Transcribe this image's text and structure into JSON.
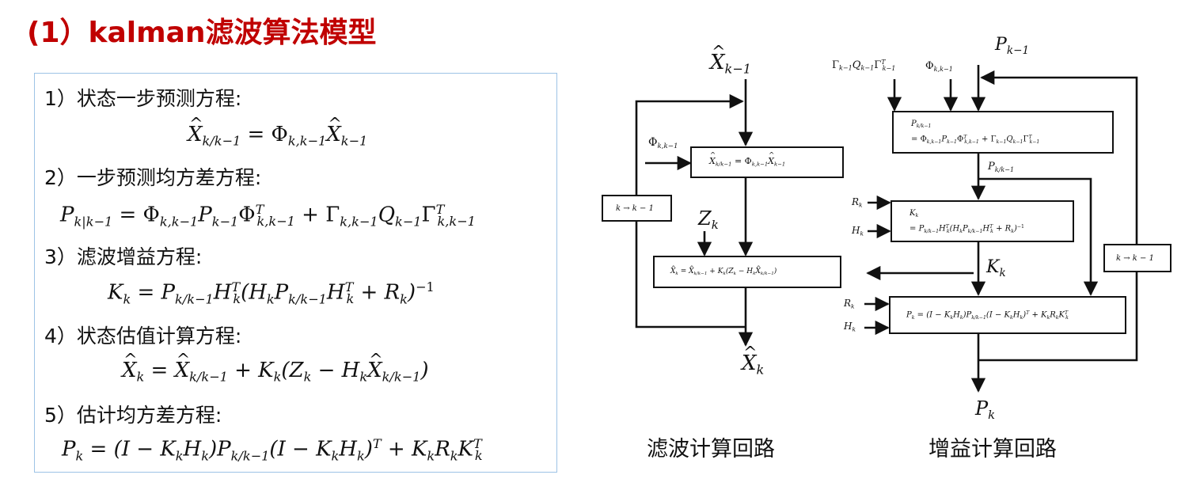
{
  "title": "(1）kalman滤波算法模型",
  "steps": [
    {
      "label": "1）状态一步预测方程:"
    },
    {
      "label": "2）一步预测均方差方程:"
    },
    {
      "label": "3）滤波增益方程:"
    },
    {
      "label": "4）状态估值计算方程:"
    },
    {
      "label": "5）估计均方差方程:"
    }
  ],
  "captions": {
    "filter_loop": "滤波计算回路",
    "gain_loop": "增益计算回路"
  },
  "loop_labels": {
    "left_loop": "k → k − 1",
    "right_loop": "k → k − 1"
  },
  "colors": {
    "title": "#c00000",
    "box_border": "#9dc3e6"
  }
}
